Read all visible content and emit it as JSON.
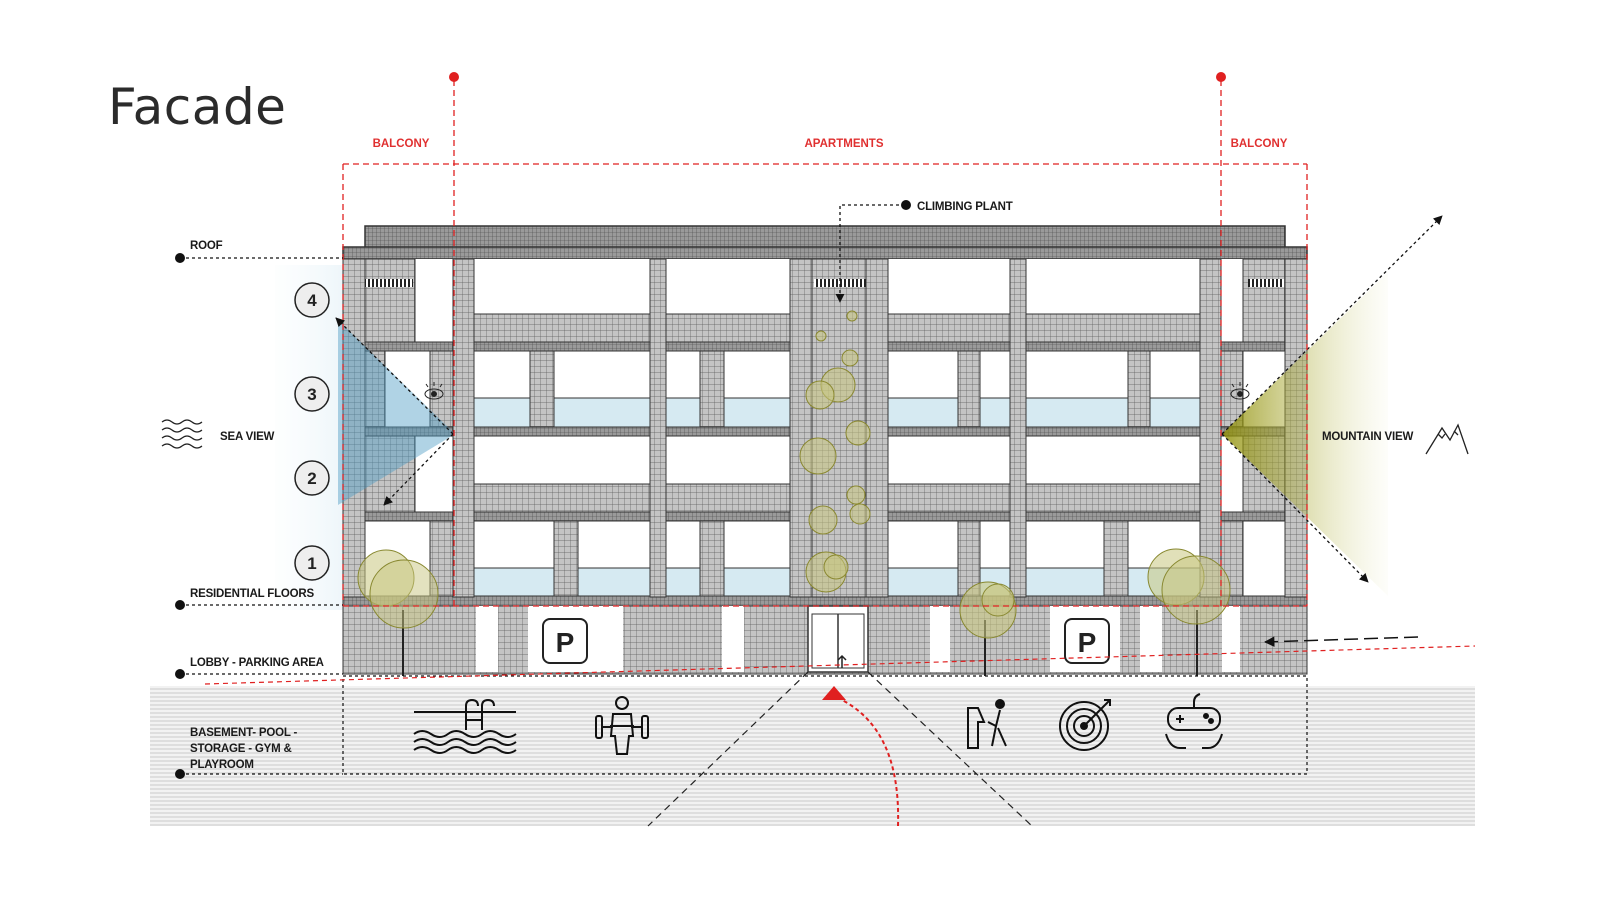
{
  "title": "Facade",
  "zones": {
    "left_balcony": "BALCONY",
    "apartments": "APARTMENTS",
    "right_balcony": "BALCONY"
  },
  "levels": {
    "roof": "ROOF",
    "residential": "RESIDENTIAL FLOORS",
    "lobby": "LOBBY - PARKING AREA",
    "basement": [
      "BASEMENT- POOL -",
      "STORAGE - GYM &",
      "PLAYROOM"
    ]
  },
  "annotations": {
    "climbing_plant": "CLIMBING PLANT",
    "sea_view": "SEA VIEW",
    "mountain_view": "MOUNTAIN VIEW"
  },
  "floor_numbers": [
    "4",
    "3",
    "2",
    "1"
  ],
  "parking_sign": "P",
  "basement_icons": [
    "pool-icon",
    "gym-icon",
    "arcade-icon",
    "target-icon",
    "gamepad-icon"
  ],
  "colors": {
    "accent_red": "#e02020",
    "sea_blue": "#7fb8d6",
    "mountain_olive": "#9a9a10",
    "structure_gray": "#8d8d8d",
    "foliage": "#c8c680"
  }
}
